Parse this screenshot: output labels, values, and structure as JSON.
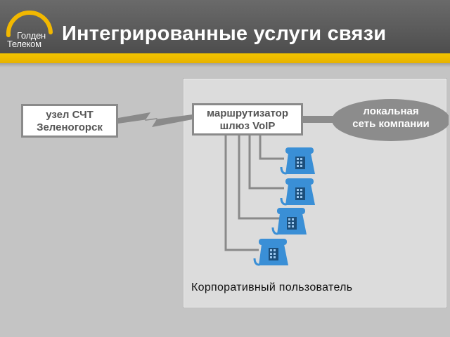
{
  "header": {
    "title": "Интегрированные услуги связи",
    "logo": {
      "line1": "Голден",
      "line2": "Телеком",
      "arc_color": "#f2b800"
    }
  },
  "colors": {
    "accent_stripe": "#f2c400",
    "header_bg": "#5b5b5b",
    "background": "#c4c4c4",
    "phone": "#3a8fd6",
    "lan_ellipse": "#8c8c8c",
    "wire": "#8a8a8a"
  },
  "diagram": {
    "node_box": {
      "line1": "узел СЧТ",
      "line2": "Зеленогорск"
    },
    "router_box": {
      "line1": "маршрутизатор",
      "line2": "шлюз VoIP"
    },
    "lan": {
      "line1": "локальная",
      "line2": "сеть компании"
    },
    "link_icon": "lightning-link-icon",
    "phones": [
      {
        "icon": "desk-phone-icon"
      },
      {
        "icon": "desk-phone-icon"
      },
      {
        "icon": "desk-phone-icon"
      },
      {
        "icon": "desk-phone-icon"
      }
    ],
    "caption": "Корпоративный пользователь"
  }
}
